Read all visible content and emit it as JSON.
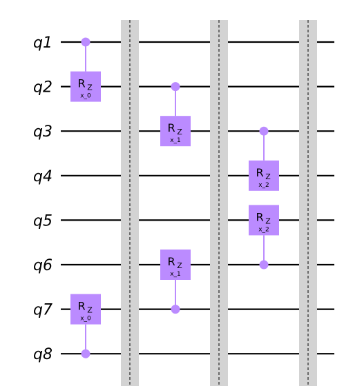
{
  "colors": {
    "wire": "#000000",
    "barrier": "#d3d3d3",
    "barrier_line": "#000000",
    "gate": "#bb8bff",
    "connector": "#bb8bff"
  },
  "circuit": {
    "qubits": [
      {
        "label": "q1"
      },
      {
        "label": "q2"
      },
      {
        "label": "q3"
      },
      {
        "label": "q4"
      },
      {
        "label": "q5"
      },
      {
        "label": "q6"
      },
      {
        "label": "q7"
      },
      {
        "label": "q8"
      }
    ],
    "gates": [
      {
        "name": "R",
        "sub": "Z",
        "param": "x_0",
        "target": 2,
        "control": 1,
        "column": 0
      },
      {
        "name": "R",
        "sub": "Z",
        "param": "x_0",
        "target": 7,
        "control": 8,
        "column": 0
      },
      {
        "name": "R",
        "sub": "Z",
        "param": "x_1",
        "target": 3,
        "control": 2,
        "column": 1
      },
      {
        "name": "R",
        "sub": "Z",
        "param": "x_1",
        "target": 6,
        "control": 7,
        "column": 1
      },
      {
        "name": "R",
        "sub": "Z",
        "param": "x_2",
        "target": 4,
        "control": 3,
        "column": 2
      },
      {
        "name": "R",
        "sub": "Z",
        "param": "x_2",
        "target": 5,
        "control": 6,
        "column": 2
      }
    ],
    "barriers": [
      0,
      1,
      2
    ]
  }
}
